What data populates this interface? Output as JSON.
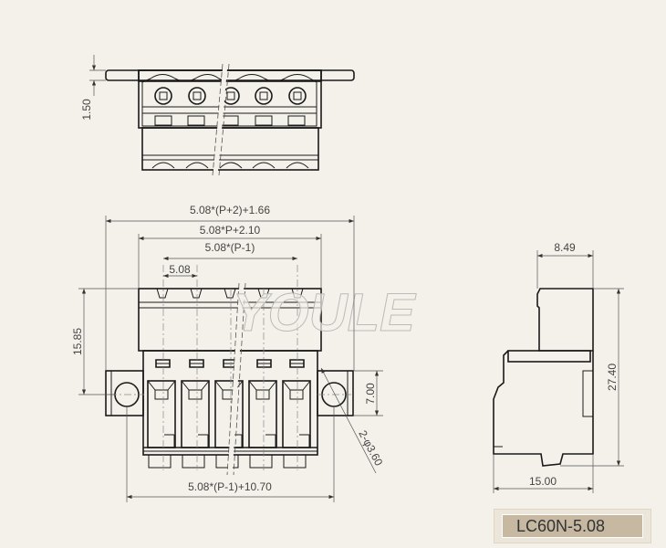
{
  "drawing": {
    "part_number": "LC60N-5.08",
    "watermark": "YOULE",
    "dimensions": {
      "top_flange_thickness": "1.50",
      "overall_width": "5.08*(P+2)+1.66",
      "body_width": "5.08*P+2.10",
      "pin_span": "5.08*(P-1)",
      "pitch": "5.08",
      "front_height": "15.85",
      "flange_height": "7.00",
      "mount_hole_spacing": "5.08*(P-1)+10.70",
      "mount_hole_dia": "2-φ3.60",
      "side_top_depth": "8.49",
      "side_height": "27.40",
      "side_depth": "15.00"
    }
  }
}
